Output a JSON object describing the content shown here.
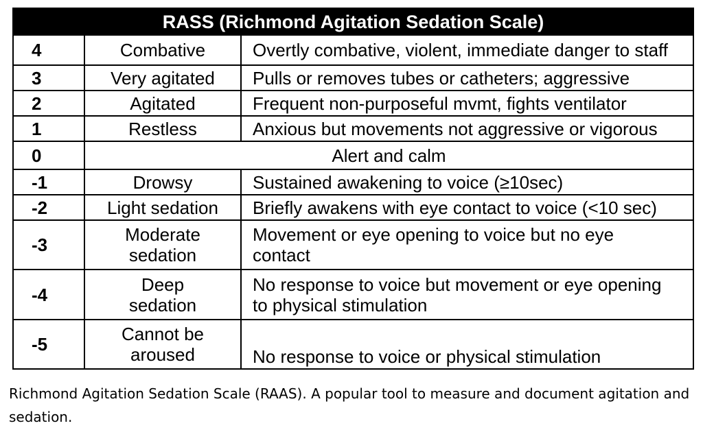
{
  "table": {
    "title": "RASS (Richmond Agitation Sedation Scale)",
    "rows": [
      {
        "score": "4",
        "term": "Combative",
        "description": "Overtly combative, violent, immediate danger to staff"
      },
      {
        "score": "3",
        "term": "Very agitated",
        "description": "Pulls or removes tubes or catheters; aggressive"
      },
      {
        "score": "2",
        "term": "Agitated",
        "description": "Frequent non-purposeful mvmt, fights ventilator"
      },
      {
        "score": "1",
        "term": "Restless",
        "description": "Anxious but movements not aggressive or vigorous"
      },
      {
        "score": "0",
        "term": "Alert and calm",
        "description": ""
      },
      {
        "score": "-1",
        "term": "Drowsy",
        "description": "Sustained awakening to voice (≥10sec)"
      },
      {
        "score": "-2",
        "term": "Light sedation",
        "description": "Briefly awakens with eye contact to voice (<10 sec)"
      },
      {
        "score": "-3",
        "term": "Moderate sedation",
        "description": "Movement or eye opening to voice but no eye contact"
      },
      {
        "score": "-4",
        "term": "Deep sedation",
        "description": "No response to voice but movement or eye opening to physical stimulation"
      },
      {
        "score": "-5",
        "term": "Cannot be aroused",
        "description": "No response to voice or physical stimulation"
      }
    ]
  },
  "caption": "Richmond Agitation Sedation Scale (RAAS). A popular tool to measure and document agitation and sedation."
}
